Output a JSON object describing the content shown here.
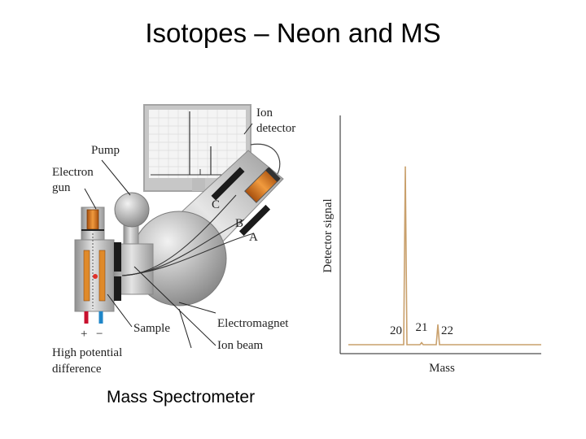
{
  "slide": {
    "title": "Isotopes – Neon and MS",
    "caption": "Mass Spectrometer"
  },
  "diagram": {
    "labels": {
      "ion": "Ion",
      "detector": "detector",
      "pump": "Pump",
      "electron": "Electron",
      "gun": "gun",
      "beam_c": "C",
      "beam_b": "B",
      "beam_a": "A",
      "electromagnet": "Electromagnet",
      "sample": "Sample",
      "ion_beam": "Ion beam",
      "high_potential": "High potential",
      "difference": "difference",
      "plus": "+",
      "minus": "−"
    },
    "colors": {
      "copper": "#d8781e",
      "metal": "#b5b5b5",
      "red": "#c8102e",
      "blue": "#1f86c8"
    }
  },
  "chart_data": {
    "type": "line",
    "xlabel": "Mass",
    "ylabel": "Detector signal",
    "peaks": [
      {
        "label": "20",
        "mass": 20,
        "signal": 0.9
      },
      {
        "label": "21",
        "mass": 21,
        "signal": 0.01
      },
      {
        "label": "22",
        "mass": 22,
        "signal": 0.1
      }
    ],
    "color": "#c9a06c",
    "grid": false,
    "legend": "none"
  }
}
